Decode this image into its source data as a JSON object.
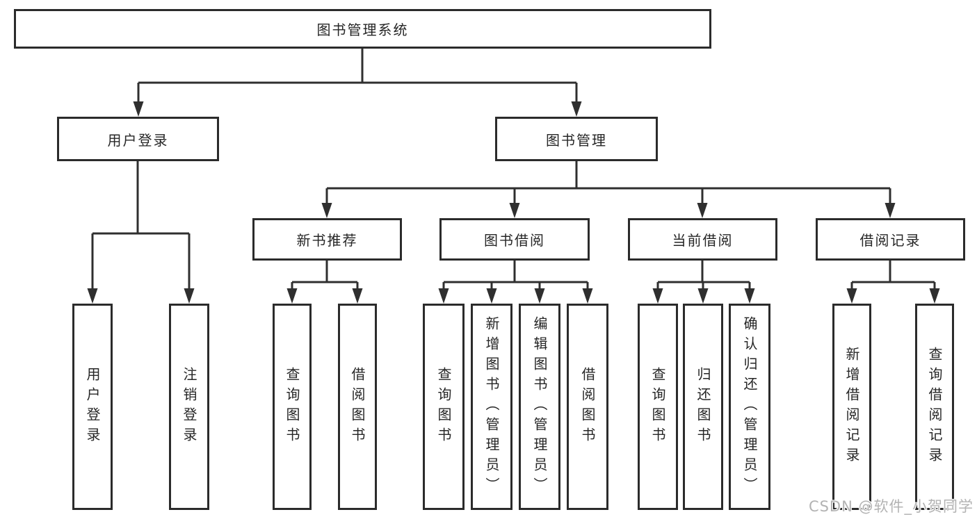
{
  "diagram": {
    "root": {
      "label": "图书管理系统"
    },
    "level1": {
      "user_login": {
        "label": "用户登录"
      },
      "book_management": {
        "label": "图书管理"
      }
    },
    "level2": {
      "new_book_recommend": {
        "label": "新书推荐"
      },
      "book_borrowing": {
        "label": "图书借阅"
      },
      "current_borrowing": {
        "label": "当前借阅"
      },
      "borrowing_records": {
        "label": "借阅记录"
      }
    },
    "leaves": {
      "user_login": [
        "用户登录",
        "注销登录"
      ],
      "new_book_recommend": [
        "查询图书",
        "借阅图书"
      ],
      "book_borrowing": [
        "查询图书",
        "新增图书（管理员）",
        "编辑图书（管理员）",
        "借阅图书"
      ],
      "current_borrowing": [
        "查询图书",
        "归还图书",
        "确认归还（管理员）"
      ],
      "borrowing_records": [
        "新增借阅记录",
        "查询借阅记录"
      ]
    },
    "watermark": "CSDN @软件_小贺同学",
    "colors": {
      "line": "#2f2f2f",
      "box_border": "#2b2b2b",
      "text": "#262626",
      "background": "#ffffff",
      "watermark": "#b3b3b3"
    }
  }
}
